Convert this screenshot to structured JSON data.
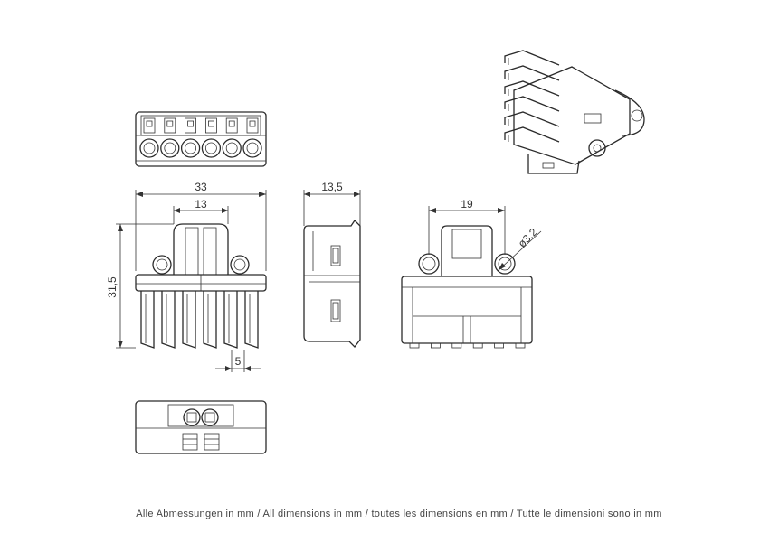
{
  "dimensions": {
    "total_width": "33",
    "inner_width": "13",
    "height": "31,5",
    "pitch": "5",
    "depth": "13,5",
    "hole_spacing": "19",
    "hole_diameter": "ø3,2"
  },
  "footnote": "Alle Abmessungen in mm / All dimensions in mm / toutes les dimensions en mm / Tutte le dimensioni sono in mm"
}
